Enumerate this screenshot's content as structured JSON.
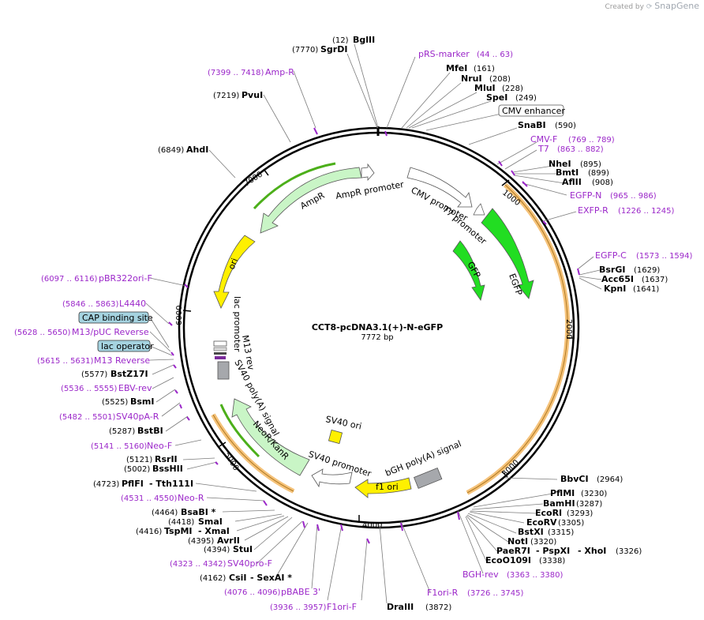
{
  "credit": {
    "prefix": "Created by",
    "brand": "SnapGene"
  },
  "plasmid": {
    "name": "CCT8-pcDNA3.1(+)-N-eGFP",
    "length": "7772 bp"
  },
  "ticks": [
    "1000",
    "2000",
    "3000",
    "4000",
    "5000",
    "6000",
    "7000"
  ],
  "features": {
    "ampr": "AmpR",
    "ampr_promoter": "AmpR promoter",
    "ori": "ori",
    "lac_promoter": "lac promoter",
    "m13_rev": "M13 rev",
    "sv40_polya": "SV40 poly(A) signal",
    "neor": "NeoR/KanR",
    "sv40_ori": "SV40 ori",
    "sv40_promoter": "SV40 promoter",
    "f1_ori": "f1 ori",
    "bgh_polya": "bGH poly(A) signal",
    "cmv_promoter": "CMV promoter",
    "t7_promoter": "T7 promoter",
    "gfp": "GFP",
    "egfp": "EGFP"
  },
  "sites": {
    "bglii": {
      "name": "BglII",
      "pos": "(12)"
    },
    "sgrdi": {
      "name": "SgrDI",
      "pos": "(7770)"
    },
    "pvui": {
      "name": "PvuI",
      "pos": "(7219)"
    },
    "ahdi": {
      "name": "AhdI",
      "pos": "(6849)"
    },
    "mfei": {
      "name": "MfeI",
      "pos": "(161)"
    },
    "nrui": {
      "name": "NruI",
      "pos": "(208)"
    },
    "mlui": {
      "name": "MluI",
      "pos": "(228)"
    },
    "spei": {
      "name": "SpeI",
      "pos": "(249)"
    },
    "snabi": {
      "name": "SnaBI",
      "pos": "(590)"
    },
    "nhei": {
      "name": "NheI",
      "pos": "(895)"
    },
    "bmti": {
      "name": "BmtI",
      "pos": "(899)"
    },
    "aflii": {
      "name": "AflII",
      "pos": "(908)"
    },
    "bsrgi": {
      "name": "BsrGI",
      "pos": "(1629)"
    },
    "acc65i": {
      "name": "Acc65I",
      "pos": "(1637)"
    },
    "kpni": {
      "name": "KpnI",
      "pos": "(1641)"
    },
    "bbvci": {
      "name": "BbvCI",
      "pos": "(2964)"
    },
    "pflmi": {
      "name": "PflMI",
      "pos": "(3230)"
    },
    "bamhi": {
      "name": "BamHI",
      "pos": "(3287)"
    },
    "ecori": {
      "name": "EcoRI",
      "pos": "(3293)"
    },
    "ecorv": {
      "name": "EcoRV",
      "pos": "(3305)"
    },
    "bstxi": {
      "name": "BstXI",
      "pos": "(3315)"
    },
    "noti": {
      "name": "NotI",
      "pos": "(3320)"
    },
    "paer7i": {
      "name": "PaeR7I",
      "pos": "(3326)"
    },
    "pspxi": {
      "name": "- PspXI"
    },
    "xhoi": {
      "name": "- XhoI"
    },
    "ecoo109i": {
      "name": "EcoO109I",
      "pos": "(3338)"
    },
    "draiii": {
      "name": "DraIII",
      "pos": "(3872)"
    },
    "csii": {
      "name": "CsiI",
      "pos": "(4162)"
    },
    "sexai": {
      "name": "- SexAI *"
    },
    "stui": {
      "name": "StuI",
      "pos": "(4394)"
    },
    "avrii": {
      "name": "AvrII",
      "pos": "(4395)"
    },
    "tspmi": {
      "name": "TspMI",
      "pos": "(4416)"
    },
    "xmai": {
      "name": "- XmaI"
    },
    "smai": {
      "name": "SmaI",
      "pos": "(4418)"
    },
    "bsabi": {
      "name": "BsaBI *",
      "pos": "(4464)"
    },
    "pflfi": {
      "name": "PflFI",
      "pos": "(4723)"
    },
    "tth111i": {
      "name": "- Tth111I"
    },
    "besshii": {
      "name": "BssHII",
      "pos": "(5002)"
    },
    "rsrii": {
      "name": "RsrII",
      "pos": "(5121)"
    },
    "bstbi": {
      "name": "BstBI",
      "pos": "(5287)"
    },
    "bsmi": {
      "name": "BsmI",
      "pos": "(5525)"
    },
    "bstz17i": {
      "name": "BstZ17I",
      "pos": "(5577)"
    }
  },
  "primers": {
    "prs_marker": {
      "name": "pRS-marker",
      "range": "(44 .. 63)"
    },
    "amp_r": {
      "name": "Amp-R",
      "range": "(7399 .. 7418)"
    },
    "cmv_f": {
      "name": "CMV-F",
      "range": "(769 .. 789)"
    },
    "t7": {
      "name": "T7",
      "range": "(863 .. 882)"
    },
    "egfp_n": {
      "name": "EGFP-N",
      "range": "(965 .. 986)"
    },
    "exfp_r": {
      "name": "EXFP-R",
      "range": "(1226 .. 1245)"
    },
    "egfp_c": {
      "name": "EGFP-C",
      "range": "(1573 .. 1594)"
    },
    "bgh_rev": {
      "name": "BGH-rev",
      "range": "(3363 .. 3380)"
    },
    "f1ori_r": {
      "name": "F1ori-R",
      "range": "(3726 .. 3745)"
    },
    "f1ori_f": {
      "name": "F1ori-F",
      "range": "(3936 .. 3957)"
    },
    "pbabe3": {
      "name": "pBABE 3'",
      "range": "(4076 .. 4096)"
    },
    "sv40pro_f": {
      "name": "SV40pro-F",
      "range": "(4323 .. 4342)"
    },
    "neo_r": {
      "name": "Neo-R",
      "range": "(4531 .. 4550)"
    },
    "neo_f": {
      "name": "Neo-F",
      "range": "(5141 .. 5160)"
    },
    "sv40pa_r": {
      "name": "SV40pA-R",
      "range": "(5482 .. 5501)"
    },
    "ebv_rev": {
      "name": "EBV-rev",
      "range": "(5536 .. 5555)"
    },
    "m13_reverse": {
      "name": "M13 Reverse",
      "range": "(5615 .. 5631)"
    },
    "m13_puc_reverse": {
      "name": "M13/pUC Reverse",
      "range": "(5628 .. 5650)"
    },
    "l4440": {
      "name": "L4440",
      "range": "(5846 .. 5863)"
    },
    "pbr322ori_f": {
      "name": "pBR322ori-F",
      "range": "(6097 .. 6116)"
    }
  },
  "boxed": {
    "cmv_enhancer": "CMV enhancer",
    "cap_binding_site": "CAP binding site",
    "lac_operator": "lac operator"
  },
  "colors": {
    "backbone": "#000000",
    "primer": "#9b27c9",
    "gfp": "#22dd22",
    "resistance": "#c9f5c6",
    "ori": "#fff000",
    "polya": "#a6a8ac",
    "orf_highlight": "#f5c27a",
    "boxed_fill": "#a5d3e0"
  }
}
